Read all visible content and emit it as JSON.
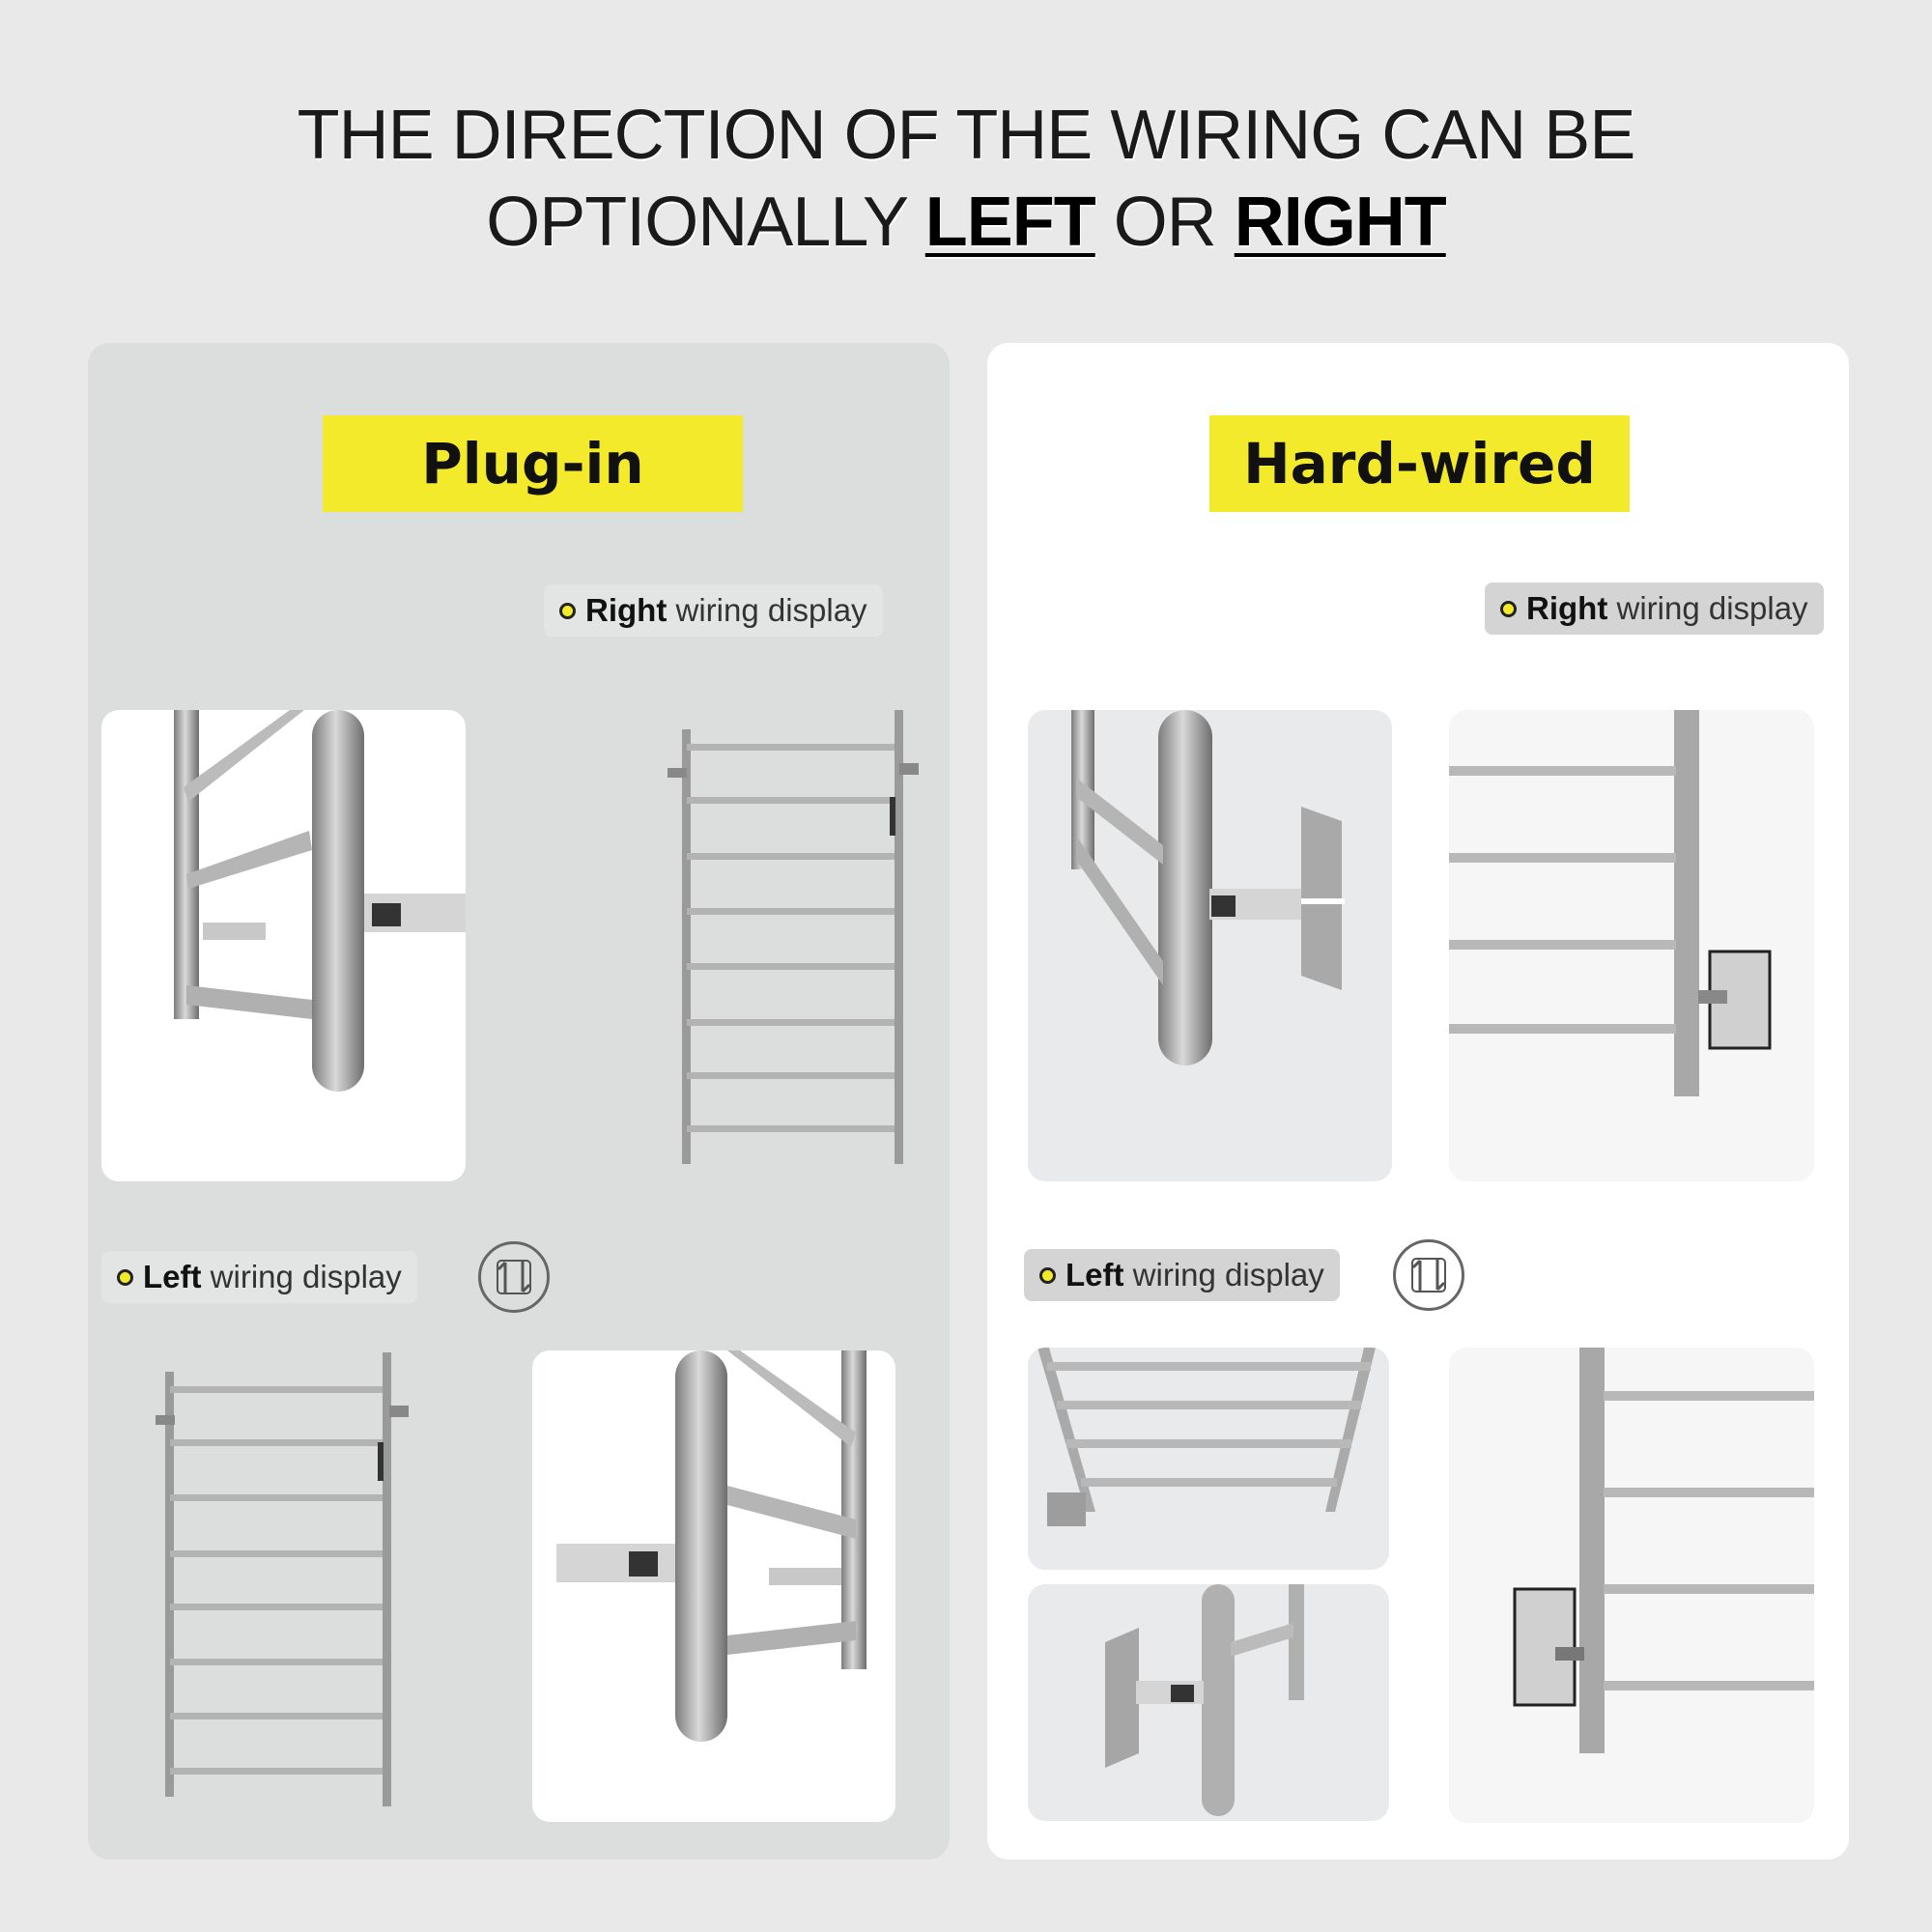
{
  "headline": {
    "line1": "THE DIRECTION OF THE WIRING CAN BE",
    "line2_prefix": "OPTIONALLY ",
    "left_word": "LEFT",
    "or_word": " OR ",
    "right_word": "RIGHT"
  },
  "panels": {
    "plug_in": {
      "title": "Plug-in",
      "right_label_bold": "Right",
      "right_label_rest": " wiring display",
      "left_label_bold": "Left",
      "left_label_rest": " wiring display"
    },
    "hard_wired": {
      "title": "Hard-wired",
      "right_label_bold": "Right",
      "right_label_rest": " wiring display",
      "left_label_bold": "Left",
      "left_label_rest": " wiring display"
    }
  },
  "icons": [
    "swap-arrows-icon",
    "towel-rack-image"
  ],
  "colors": {
    "accent_yellow": "#f2ea2a",
    "panel_grey": "#dcdddd",
    "panel_white": "#ffffff"
  }
}
